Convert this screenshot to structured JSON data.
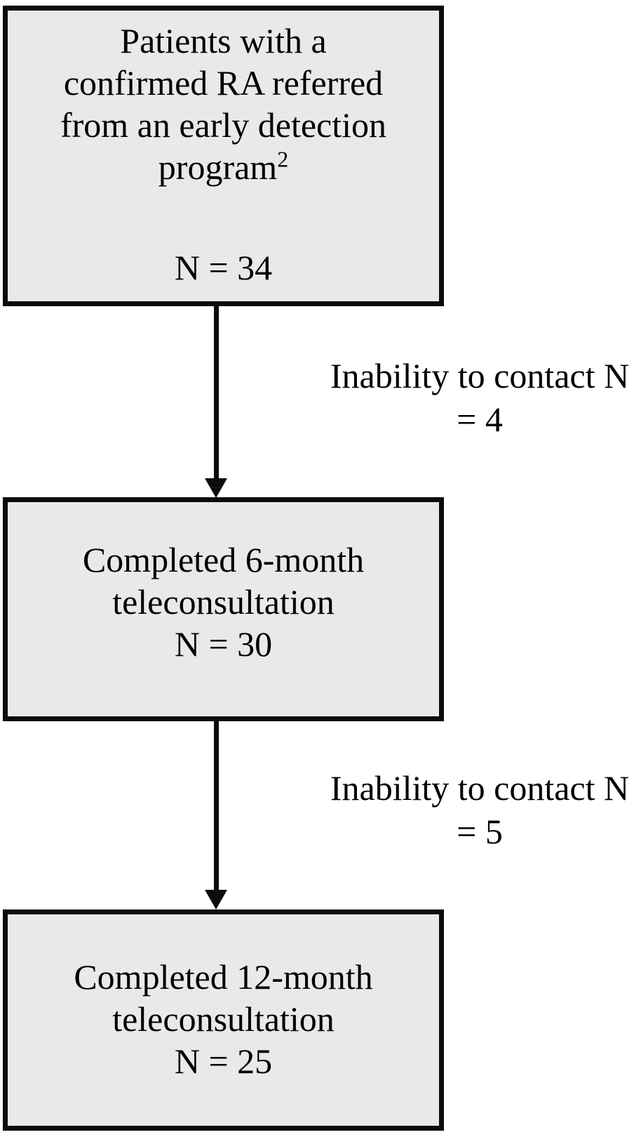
{
  "diagram": {
    "colors": {
      "background": "#ffffff",
      "box_fill": "#e9e9e9",
      "box_border": "#0c0c0c",
      "text": "#000000"
    },
    "boxes": [
      {
        "lines": [
          "Patients with a",
          "confirmed RA referred",
          "from an early detection",
          "program"
        ],
        "superscript": "2",
        "n": "N = 34"
      },
      {
        "lines": [
          "Completed 6-month",
          "teleconsultation"
        ],
        "n": "N = 30"
      },
      {
        "lines": [
          "Completed 12-month",
          "teleconsultation"
        ],
        "n": "N = 25"
      }
    ],
    "exclusions": [
      {
        "reason": "Inability to contact",
        "n": "N = 4"
      },
      {
        "reason": "Inability to contact",
        "n": "N = 5"
      }
    ]
  }
}
